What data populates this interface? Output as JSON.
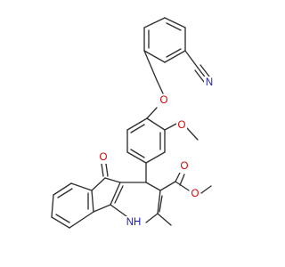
{
  "diagram": {
    "type": "chemical-structure",
    "atoms": {
      "cyano_n": {
        "label": "N",
        "color": "#1a1aa6"
      },
      "ether_o": {
        "label": "O",
        "color": "#d40000"
      },
      "methoxy_o": {
        "label": "O",
        "color": "#d40000"
      },
      "ketone_o": {
        "label": "O",
        "color": "#d40000"
      },
      "ester_carbonyl_o": {
        "label": "O",
        "color": "#d40000"
      },
      "ester_o": {
        "label": "O",
        "color": "#d40000"
      },
      "amine_nh": {
        "label": "NH",
        "color": "#1a1aa6"
      }
    }
  }
}
